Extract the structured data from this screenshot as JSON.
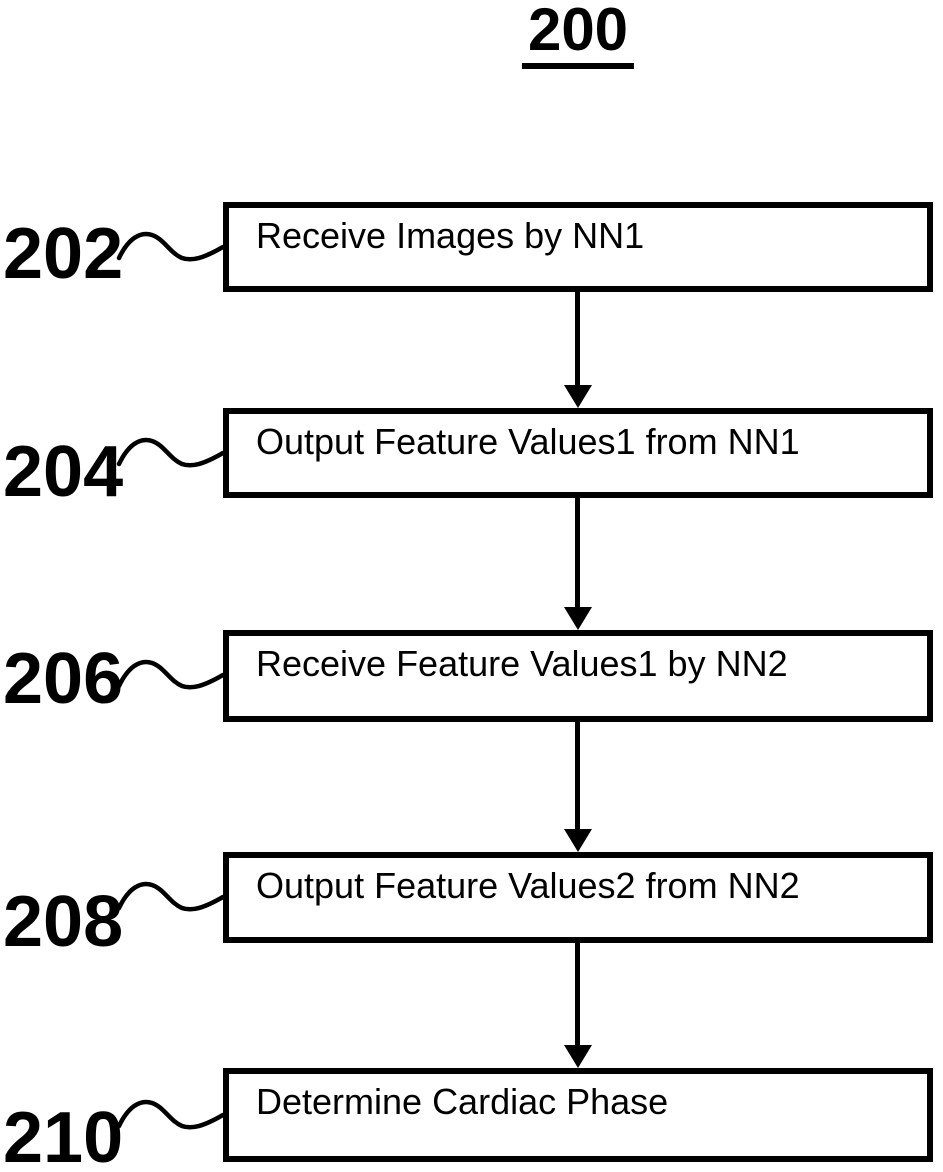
{
  "figure": {
    "number": "200"
  },
  "flowchart": {
    "steps": [
      {
        "ref": "202",
        "label": "Receive Images by NN1"
      },
      {
        "ref": "204",
        "label": "Output Feature Values1 from NN1"
      },
      {
        "ref": "206",
        "label": "Receive Feature Values1 by NN2"
      },
      {
        "ref": "208",
        "label": "Output Feature Values2 from NN2"
      },
      {
        "ref": "210",
        "label": "Determine Cardiac Phase"
      }
    ],
    "connector_style": "tilde-squiggle",
    "arrow_style": "solid-down-arrow"
  },
  "colors": {
    "ink": "#000000",
    "background": "#ffffff"
  }
}
